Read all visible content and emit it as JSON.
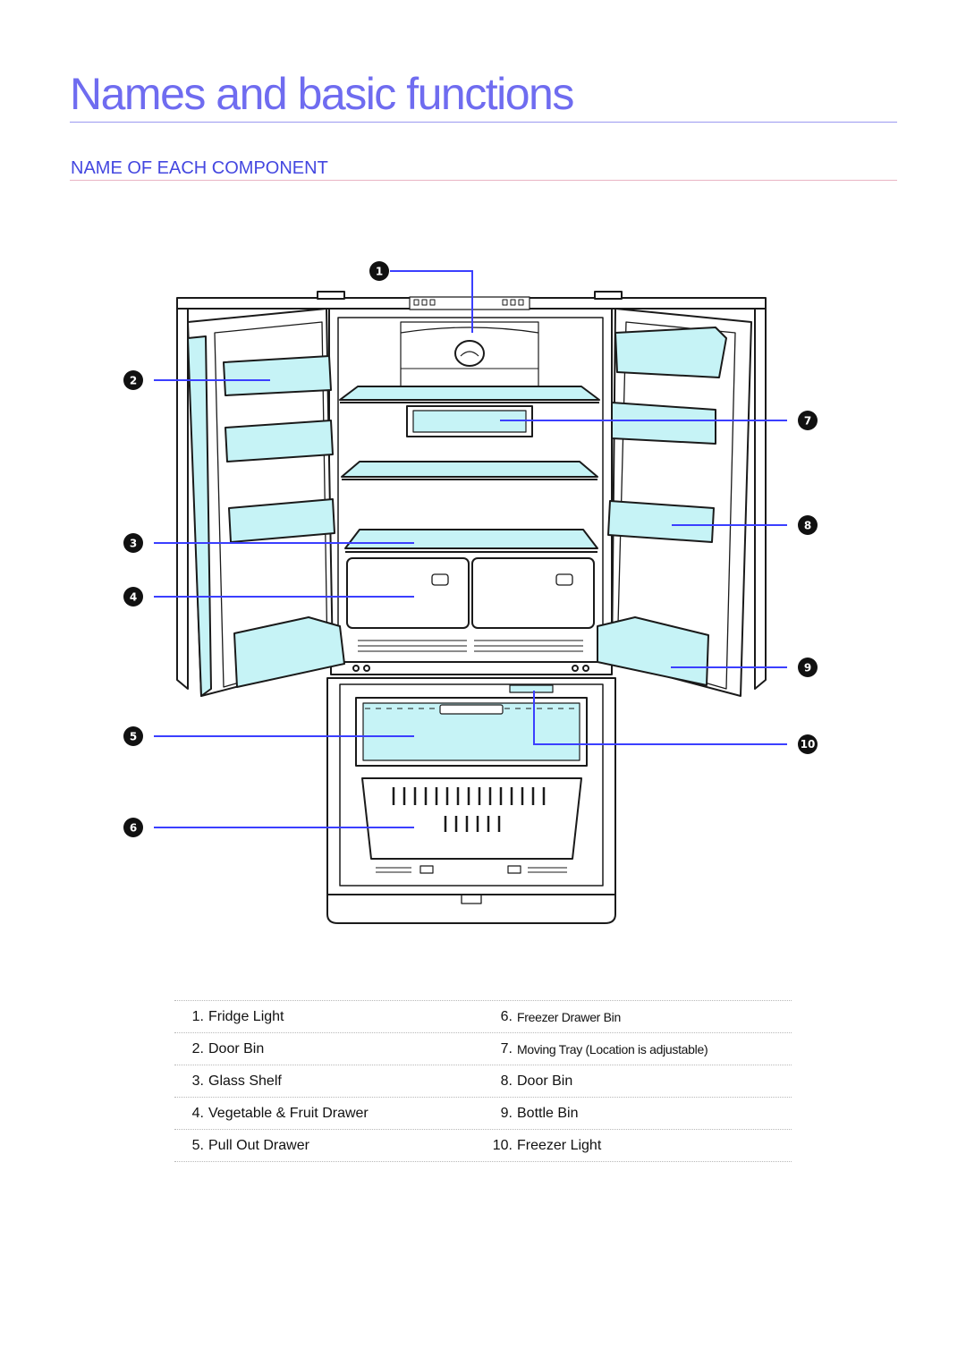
{
  "page": {
    "title": "Names and basic functions",
    "section_title": "NAME OF EACH COMPONENT"
  },
  "colors": {
    "title": "#6f6cf0",
    "section": "#4447e0",
    "leader_line": "#3b3fff",
    "part_fill": "#c6f3f6",
    "outline": "#1a1a1a"
  },
  "callouts": [
    "1",
    "2",
    "3",
    "4",
    "5",
    "6",
    "7",
    "8",
    "9",
    "10"
  ],
  "components": [
    {
      "num": "1.",
      "name": "Fridge Light"
    },
    {
      "num": "2.",
      "name": "Door Bin"
    },
    {
      "num": "3.",
      "name": "Glass Shelf"
    },
    {
      "num": "4.",
      "name": "Vegetable & Fruit Drawer"
    },
    {
      "num": "5.",
      "name": "Pull Out Drawer"
    },
    {
      "num": "6.",
      "name": "Freezer Drawer Bin"
    },
    {
      "num": "7.",
      "name": "Moving Tray (Location is adjustable)"
    },
    {
      "num": "8.",
      "name": "Door Bin"
    },
    {
      "num": "9.",
      "name": "Bottle Bin"
    },
    {
      "num": "10.",
      "name": "Freezer Light"
    }
  ]
}
